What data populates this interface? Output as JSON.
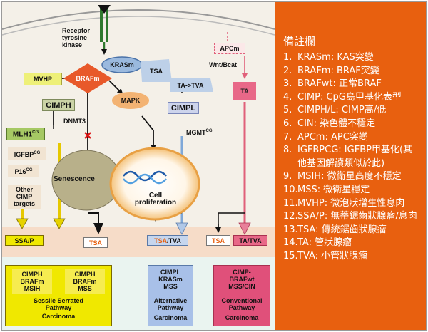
{
  "diagram": {
    "receptor": "Receptor\ntyrosine\nkinase",
    "krasm": "KRASm",
    "brafm": "BRAFm",
    "mvhp": "MVHP",
    "cimph": "CIMPH",
    "dnmt3": "DNMT3",
    "mapk": "MAPK",
    "mlh1": "MLH1",
    "mlh1_sup": "CG",
    "igfbp": "IGFBP",
    "igfbp_sup": "CG",
    "p16": "P16",
    "p16_sup": "CG",
    "other_cimp": "Other\nCIMP\ntargets",
    "senescence": "Senescence",
    "cell_prolif": "Cell\nproliferation",
    "tsa_mid": "TSA",
    "ta_tva": "TA->TVA",
    "cimpl": "CIMPL",
    "mgmt": "MGMT",
    "mgmt_sup": "CG",
    "apcm": "APCm",
    "wnt": "Wnt/Bcat",
    "ta": "TA",
    "ssap": "SSA/P",
    "tsa_bottom": "TSA",
    "tsa_tva_tsa": "TSA",
    "tsa_tva_rest": "/TVA",
    "tsa_red": "TSA",
    "ta_tva_bottom": "TA/TVA",
    "serrated_box": "CIMPH\nBRAFm\nMSIH",
    "serrated_box2": "CIMPH\nBRAFm\nMSS",
    "serrated_title": "Sessile Serrated\nPathway",
    "serrated_carc": "Carcinoma",
    "alt_box": "CIMPL\nKRASm\nMSS",
    "alt_title": "Alternative\nPathway",
    "alt_carc": "Carcinoma",
    "conv_box": "CIMP-\nBRAFwt\nMSS/CIN",
    "conv_title": "Conventional\nPathway",
    "conv_carc": "Carcinoma"
  },
  "notes": {
    "title": "備註欄",
    "items": [
      {
        "n": "1.",
        "t": "KRASm: KAS突變"
      },
      {
        "n": "2.",
        "t": "BRAFm: BRAF突變"
      },
      {
        "n": "3.",
        "t": "BRAFwt: 正常BRAF"
      },
      {
        "n": "4.",
        "t": "CIMP: CpG島甲基化表型"
      },
      {
        "n": "5.",
        "t": "CIMPH/L: CIMP高/低"
      },
      {
        "n": "6.",
        "t": "CIN: 染色體不穩定"
      },
      {
        "n": "7.",
        "t": "APCm: APC突變"
      },
      {
        "n": "8.",
        "t": "IGFBPCG: IGFBP甲基化(其他基因解讀類似於此)"
      },
      {
        "n": "9.",
        "t": "MSIH: 微衛星高度不穩定"
      },
      {
        "n": "10.",
        "t": "MSS: 微衛星穩定"
      },
      {
        "n": "11.",
        "t": "MVHP: 微泡狀增生性息肉"
      },
      {
        "n": "12.",
        "t": "SSA/P: 無蒂鋸齒狀腺瘤/息肉"
      },
      {
        "n": "13.",
        "t": "TSA: 傳統鋸齒狀腺瘤"
      },
      {
        "n": "14.",
        "t": "TA: 管狀腺瘤"
      },
      {
        "n": "15.",
        "t": "TVA: 小管狀腺瘤"
      }
    ]
  }
}
